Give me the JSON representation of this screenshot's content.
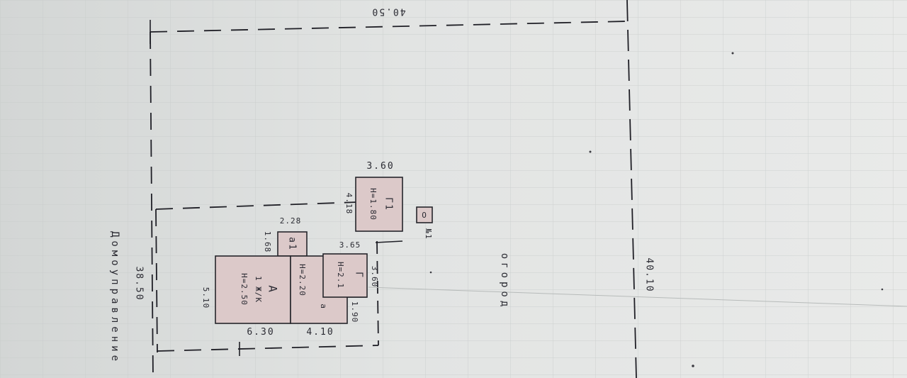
{
  "plot": {
    "top_length": "40.50",
    "right_length": "40.10",
    "left_length": "38.50"
  },
  "street": {
    "label": "Домоуправление"
  },
  "garden": {
    "label": "огород"
  },
  "buildings": {
    "house": {
      "letter": "А",
      "floors": "1 Ж/К",
      "height": "Н=2.50",
      "length": "6.30",
      "width": "5.10"
    },
    "extension": {
      "letter": "а",
      "height": "Н=2.20",
      "length": "4.10"
    },
    "garage": {
      "letter": "Г",
      "height": "Н=2.1",
      "length": "3.65",
      "width": "3.60",
      "side": "1.90"
    },
    "shed": {
      "letter": "Г1",
      "height": "Н=1.80",
      "length": "3.60",
      "width": "4.18"
    },
    "porch": {
      "letter": "а1",
      "length": "2.28",
      "width": "1.68"
    },
    "well": {
      "letter": "О",
      "label": "№1"
    }
  }
}
